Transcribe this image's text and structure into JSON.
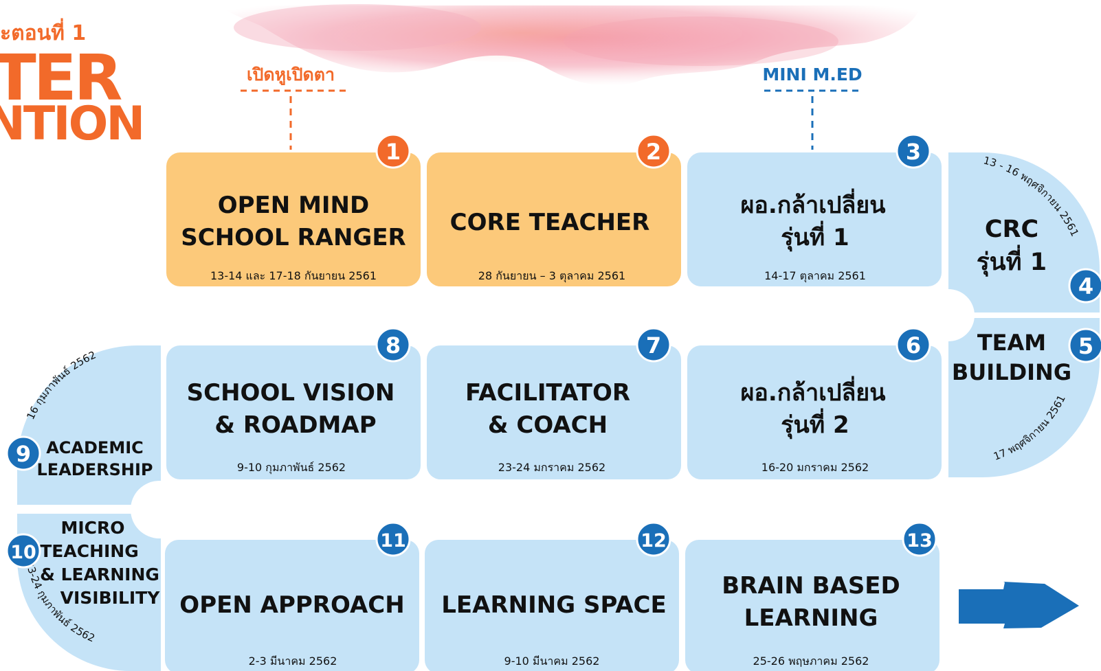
{
  "colors": {
    "orange_box": "#fcc97a",
    "blue_box": "#c5e3f7",
    "orange_accent": "#f26a2a",
    "blue_accent": "#1a6fb8",
    "title_text": "#111111",
    "watercolor": "#f4a3b3"
  },
  "heading": {
    "line1": "ะตอนที่ 1",
    "line2": "TER",
    "line3": "NTION"
  },
  "callouts": {
    "left": "เปิดหูเปิดตา",
    "right": "MINI M.ED"
  },
  "steps": [
    {
      "number": "1",
      "line1": "OPEN MIND",
      "line2": "SCHOOL RANGER",
      "date": "13-14 และ 17-18 กันยายน 2561"
    },
    {
      "number": "2",
      "line1": "CORE TEACHER",
      "line2": "",
      "date": "28 กันยายน – 3 ตุลาคม 2561"
    },
    {
      "number": "3",
      "line1": "ผอ.กล้าเปลี่ยน",
      "line2": "รุ่นที่ 1",
      "date": "14-17 ตุลาคม 2561"
    },
    {
      "number": "4",
      "line1": "CRC",
      "line2": "รุ่นที่ 1",
      "date": "13 - 16 พฤศจิกายน 2561"
    },
    {
      "number": "5",
      "line1": "TEAM",
      "line2": "BUILDING",
      "date": "17 พฤศจิกายน 2561"
    },
    {
      "number": "6",
      "line1": "ผอ.กล้าเปลี่ยน",
      "line2": "รุ่นที่ 2",
      "date": "16-20 มกราคม 2562"
    },
    {
      "number": "7",
      "line1": "FACILITATOR",
      "line2": "& COACH",
      "date": "23-24 มกราคม 2562"
    },
    {
      "number": "8",
      "line1": "SCHOOL VISION",
      "line2": "& ROADMAP",
      "date": "9-10 กุมภาพันธ์ 2562"
    },
    {
      "number": "9",
      "line1": "ACADEMIC",
      "line2": "LEADERSHIP",
      "date": "16 กุมภาพันธ์ 2562"
    },
    {
      "number": "10",
      "line1": "MICRO",
      "line2": "TEACHING",
      "line3": "& LEARNING",
      "line4": "VISIBILITY",
      "date": "23-24 กุมภาพันธ์ 2562"
    },
    {
      "number": "11",
      "line1": "OPEN APPROACH",
      "line2": "",
      "date": "2-3 มีนาคม 2562"
    },
    {
      "number": "12",
      "line1": "LEARNING SPACE",
      "line2": "",
      "date": "9-10 มีนาคม 2562"
    },
    {
      "number": "13",
      "line1": "BRAIN BASED",
      "line2": "LEARNING",
      "date": "25-26 พฤษภาคม 2562"
    }
  ],
  "arrow_icon": "right-arrow-icon"
}
